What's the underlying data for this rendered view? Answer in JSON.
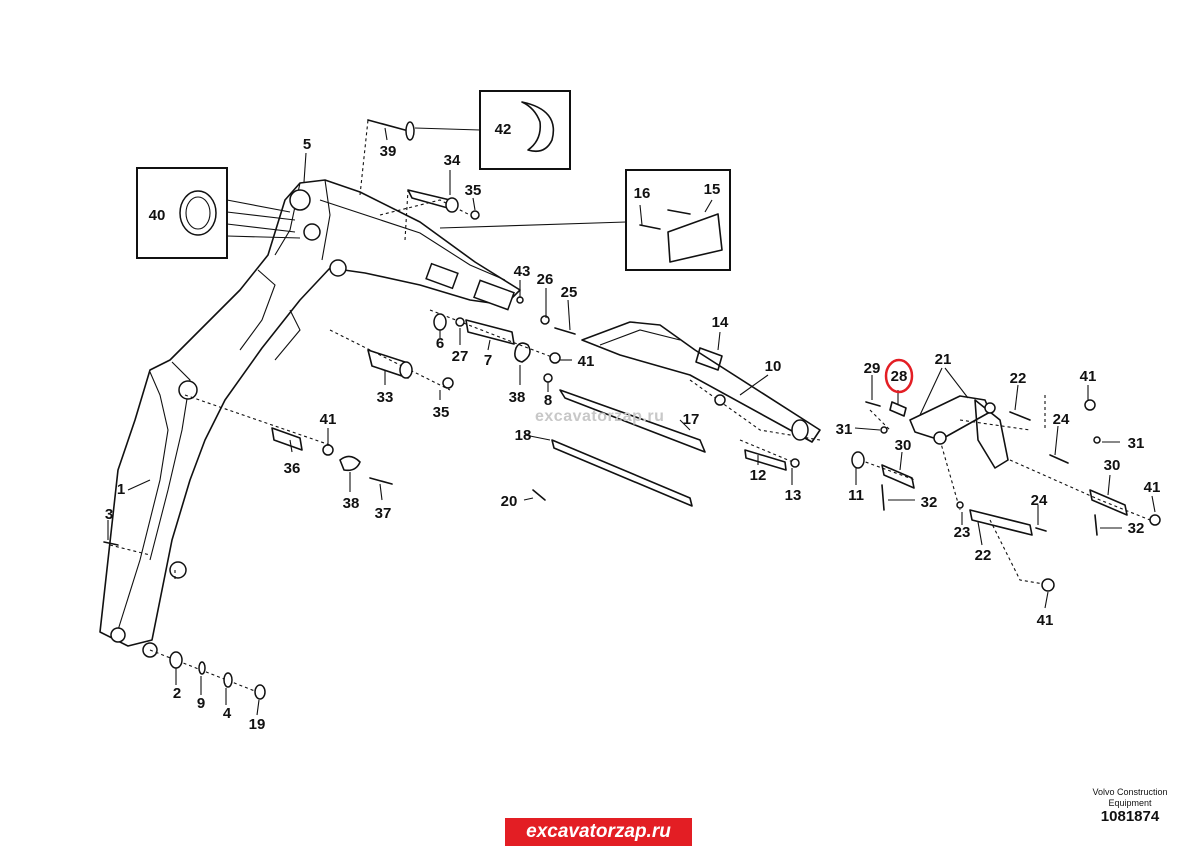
{
  "watermark": "excavatorzap.ru",
  "vendor_lines": [
    "Volvo Construction",
    "Equipment"
  ],
  "ref_number": "1081874",
  "site_banner": "excavatorzap.ru",
  "highlight_color": "#e31e24",
  "highlighted_part": "28",
  "labels": {
    "p1": "1",
    "p2": "2",
    "p3": "3",
    "p4": "4",
    "p5": "5",
    "p6": "6",
    "p7": "7",
    "p8": "8",
    "p9": "9",
    "p10": "10",
    "p11": "11",
    "p12": "12",
    "p13": "13",
    "p14": "14",
    "p15": "15",
    "p16": "16",
    "p17": "17",
    "p18": "18",
    "p19": "19",
    "p20": "20",
    "p21": "21",
    "p22a": "22",
    "p22b": "22",
    "p23": "23",
    "p24a": "24",
    "p24b": "24",
    "p25": "25",
    "p26": "26",
    "p27": "27",
    "p28": "28",
    "p29": "29",
    "p30a": "30",
    "p30b": "30",
    "p31a": "31",
    "p31b": "31",
    "p32a": "32",
    "p32b": "32",
    "p33": "33",
    "p34": "34",
    "p35a": "35",
    "p35b": "35",
    "p36": "36",
    "p37": "37",
    "p38a": "38",
    "p38b": "38",
    "p39": "39",
    "p40": "40",
    "p41a": "41",
    "p41b": "41",
    "p41c": "41",
    "p41d": "41",
    "p41e": "41",
    "p42": "42",
    "p43": "43"
  }
}
